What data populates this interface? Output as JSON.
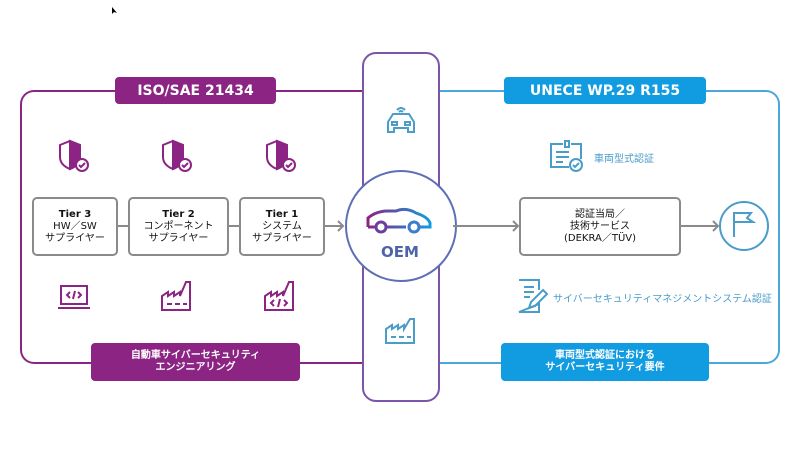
{
  "left": {
    "title": "ISO/SAE 21434",
    "bottom_label_line1": "自動車サイバーセキュリティ",
    "bottom_label_line2": "エンジニアリング",
    "tiers": [
      {
        "name": "Tier 3",
        "line1": "HW／SW",
        "line2": "サプライヤー"
      },
      {
        "name": "Tier 2",
        "line1": "コンポーネント",
        "line2": "サプライヤー"
      },
      {
        "name": "Tier 1",
        "line1": "システム",
        "line2": "サプライヤー"
      }
    ]
  },
  "center": {
    "oem_label": "OEM"
  },
  "right": {
    "title": "UNECE WP.29 R155",
    "type_approval": "車両型式認証",
    "authority_line1": "認証当局／",
    "authority_line2": "技術サービス",
    "authority_line3": "(DEKRA／TÜV)",
    "csms": "サイバーセキュリティマネジメントシステム認証",
    "bottom_label_line1": "車両型式認証における",
    "bottom_label_line2": "サイバーセキュリティ要件"
  },
  "colors": {
    "purple": "#8b2483",
    "blue": "#119be0",
    "icon_blue": "#4a9cc9",
    "grey": "#8a8a8a"
  }
}
